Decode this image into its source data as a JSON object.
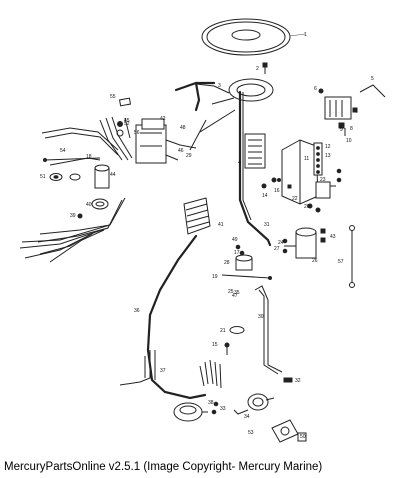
{
  "caption": "MercuryPartsOnline v2.5.1 (Image Copyright- Mercury Marine)",
  "callouts": [
    "1",
    "2",
    "3",
    "4",
    "5",
    "6",
    "7",
    "8",
    "9",
    "10",
    "11",
    "12",
    "13",
    "14",
    "15",
    "16",
    "17",
    "18",
    "19",
    "20",
    "21",
    "22",
    "23",
    "24",
    "25",
    "26",
    "27",
    "28",
    "29",
    "30",
    "31",
    "32",
    "33",
    "34",
    "35",
    "36",
    "37",
    "38",
    "39",
    "40",
    "41",
    "42",
    "43",
    "44",
    "45",
    "46",
    "47",
    "48",
    "49",
    "50",
    "51",
    "52",
    "53",
    "54",
    "55",
    "56",
    "57"
  ]
}
